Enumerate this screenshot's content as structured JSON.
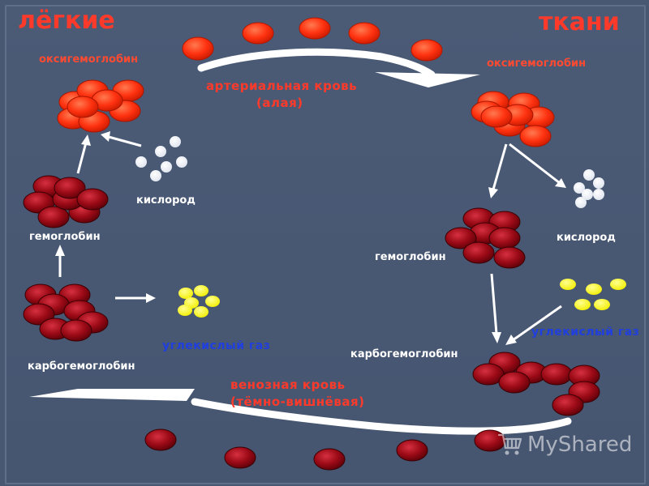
{
  "titles": {
    "lungs": "лёгкие",
    "tissues": "ткани"
  },
  "labels": {
    "oxyhemoglobin_left": "оксигемоглобин",
    "oxyhemoglobin_right": "оксигемоглобин",
    "oxygen_left": "кислород",
    "oxygen_right": "кислород",
    "hemoglobin_left": "гемоглобин",
    "hemoglobin_right": "гемоглобин",
    "carbon_dioxide_left": "углекислый газ",
    "carbon_dioxide_right": "углекислый газ",
    "carbhemoglobin_left": "карбогемоглобин",
    "carbhemoglobin_right": "карбогемоглобин"
  },
  "flows": {
    "arterial_line1": "артериальная кровь",
    "arterial_line2": "(алая)",
    "venous_line1": "венозная кровь",
    "venous_line2": "(тёмно-вишнёвая)"
  },
  "watermark": {
    "text": "MyShared",
    "icon": "shopping-cart-icon"
  },
  "colors": {
    "oxy_cell": "#ff3a10",
    "deoxy_cell": "#9b0a14",
    "oxygen_molecule": "#ffffff",
    "co2_molecule": "#ffff22",
    "accent_red": "#ff3a2a",
    "accent_blue": "#1f3fe0"
  }
}
